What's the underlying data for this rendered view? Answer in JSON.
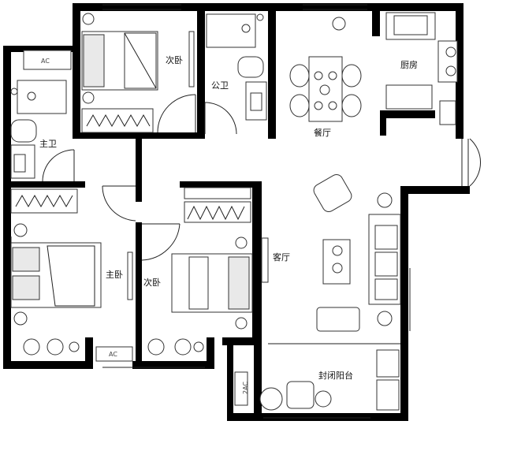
{
  "rooms": {
    "secondary_bedroom_top": "次卧",
    "public_bathroom": "公卫",
    "dining": "餐厅",
    "kitchen": "厨房",
    "master_bathroom": "主卫",
    "master_bedroom": "主卧",
    "secondary_bedroom_bottom": "次卧",
    "living_room": "客厅",
    "enclosed_balcony": "封闭阳台"
  },
  "ac_units": {
    "ac_top_left": "AC",
    "ac_bottom": "AC",
    "ac_balcony": "2AC"
  }
}
